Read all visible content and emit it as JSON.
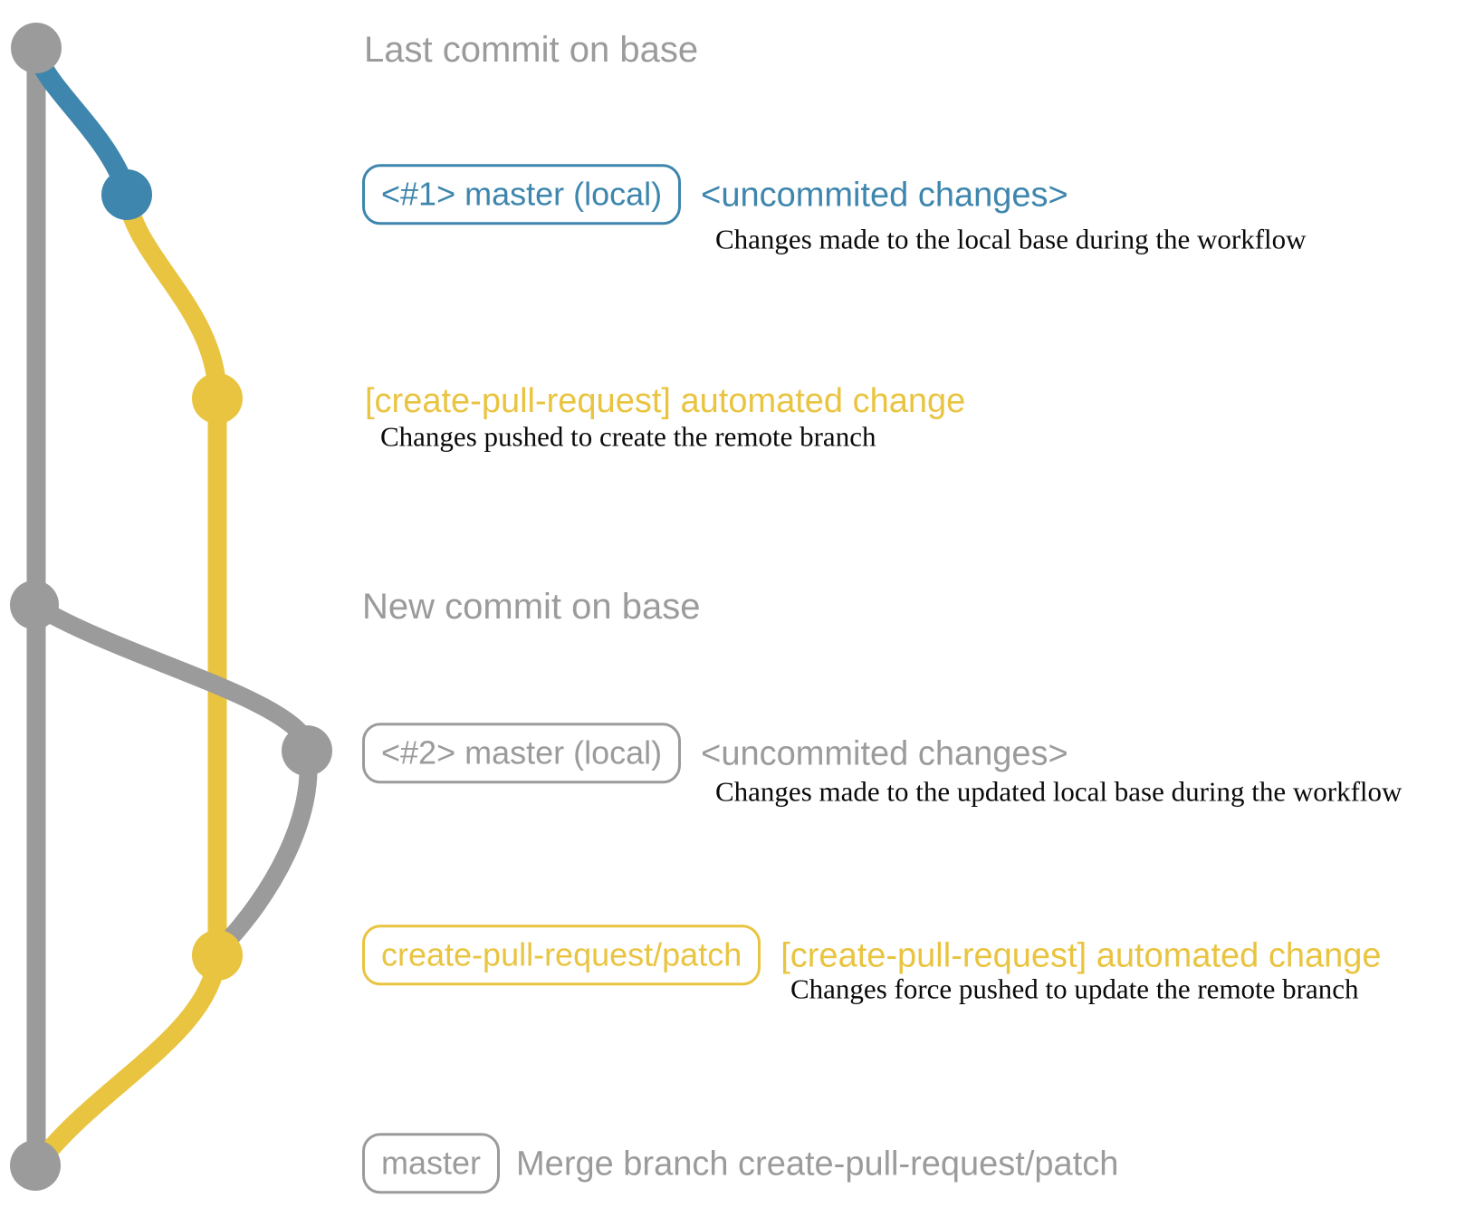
{
  "colors": {
    "base_gray": "#9b9b9b",
    "local_blue": "#3e86ad",
    "branch_yellow": "#e9c440",
    "description_black": "#0a0a0a"
  },
  "annotations": {
    "last_commit": "Last commit on base",
    "new_commit": "New commit on base"
  },
  "rows": {
    "r1": {
      "badge": "<#1> master (local)",
      "message": "<uncommited changes>",
      "description": "Changes made to the local base during the workflow"
    },
    "r2": {
      "message": "[create-pull-request] automated change",
      "description": "Changes pushed to create the remote branch"
    },
    "r3": {
      "badge": "<#2> master (local)",
      "message": "<uncommited changes>",
      "description": "Changes made to the updated local base during the workflow"
    },
    "r4": {
      "badge": "create-pull-request/patch",
      "message": "[create-pull-request] automated change",
      "description": "Changes force pushed to update the remote branch"
    },
    "r5": {
      "badge": "master",
      "message": "Merge branch create-pull-request/patch"
    }
  },
  "graph": {
    "commit_dots": [
      {
        "id": "base-last-commit",
        "color": "#9b9b9b"
      },
      {
        "id": "local-master-1",
        "color": "#3e86ad"
      },
      {
        "id": "patch-branch-1",
        "color": "#e9c440"
      },
      {
        "id": "base-new-commit",
        "color": "#9b9b9b"
      },
      {
        "id": "local-master-2",
        "color": "#9b9b9b"
      },
      {
        "id": "patch-branch-2",
        "color": "#e9c440"
      },
      {
        "id": "base-merge-commit",
        "color": "#9b9b9b"
      }
    ]
  }
}
